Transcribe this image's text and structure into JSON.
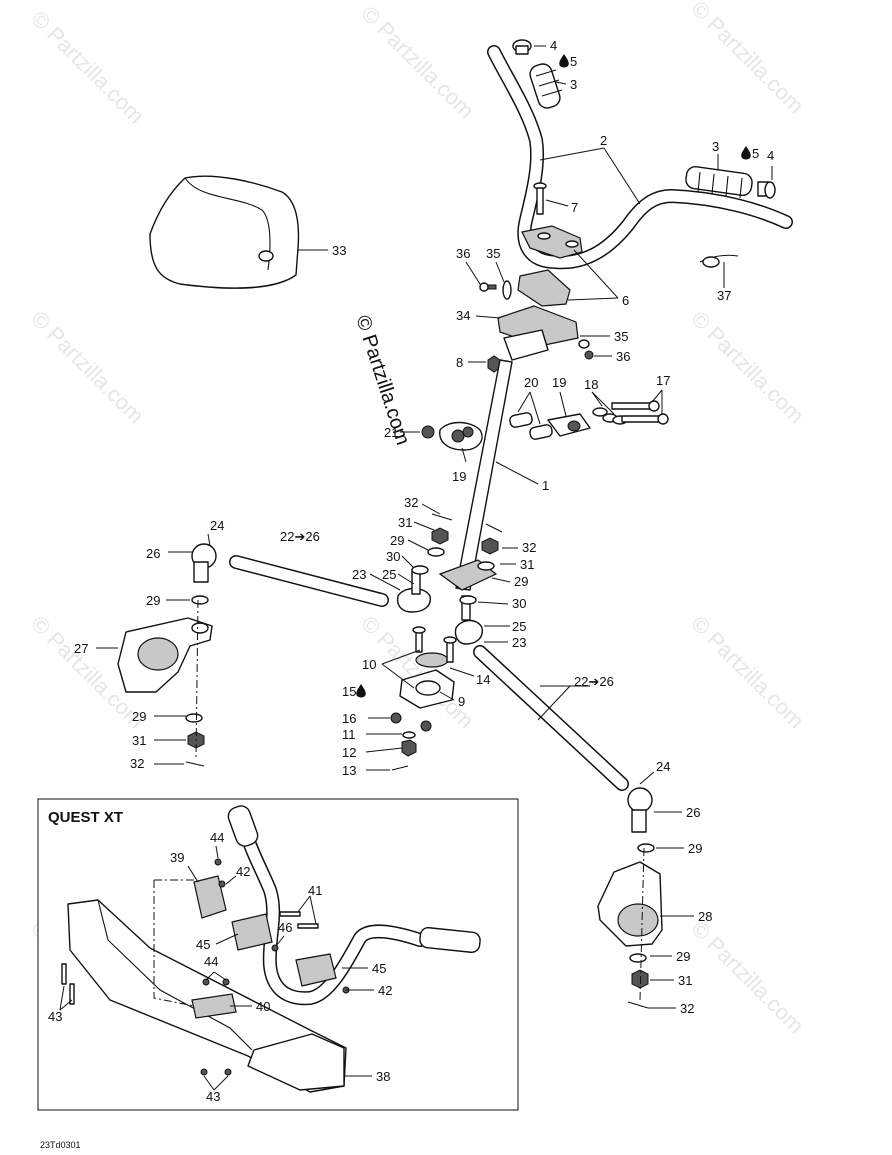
{
  "watermark": "© Partzilla.com",
  "brand": "© Partzilla.com",
  "inset_title": "QUEST XT",
  "diagram_code": "23Td0301",
  "labels": {
    "l1": "1",
    "l2": "2",
    "l3a": "3",
    "l3b": "3",
    "l4a": "4",
    "l4b": "4",
    "l5a": "5",
    "l5b": "5",
    "l6": "6",
    "l7": "7",
    "l8": "8",
    "l9": "9",
    "l10": "10",
    "l11": "11",
    "l12": "12",
    "l13": "13",
    "l14": "14",
    "l15": "15",
    "l16": "16",
    "l17": "17",
    "l18": "18",
    "l19a": "19",
    "l19b": "19",
    "l20": "20",
    "l21": "21",
    "l22a": "22➔26",
    "l22b": "22➔26",
    "l23a": "23",
    "l23b": "23",
    "l24a": "24",
    "l24b": "24",
    "l25a": "25",
    "l25b": "25",
    "l26a": "26",
    "l26b": "26",
    "l27": "27",
    "l28": "28",
    "l29a": "29",
    "l29b": "29",
    "l29c": "29",
    "l29d": "29",
    "l29e": "29",
    "l29f": "29",
    "l30a": "30",
    "l30b": "30",
    "l31a": "31",
    "l31b": "31",
    "l31c": "31",
    "l31d": "31",
    "l32a": "32",
    "l32b": "32",
    "l32c": "32",
    "l32d": "32",
    "l33": "33",
    "l34": "34",
    "l35a": "35",
    "l35b": "35",
    "l36a": "36",
    "l36b": "36",
    "l37": "37",
    "l38": "38",
    "l39": "39",
    "l40": "40",
    "l41": "41",
    "l42a": "42",
    "l42b": "42",
    "l43a": "43",
    "l43b": "43",
    "l44a": "44",
    "l44b": "44",
    "l45a": "45",
    "l45b": "45",
    "l46": "46"
  },
  "icons": {
    "lubricant": "oil-drop-icon"
  }
}
